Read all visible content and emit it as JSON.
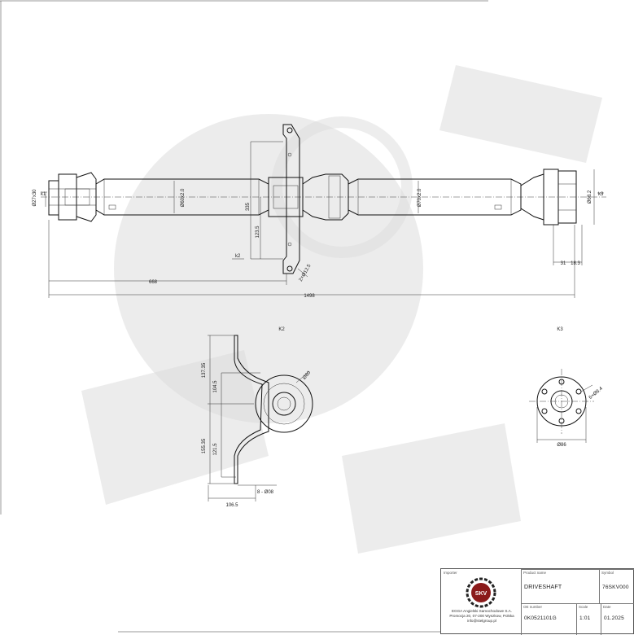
{
  "drawing": {
    "dimensions": {
      "left_diameter": "Ø27x30",
      "k1": "k1",
      "tube1_diameter": "Ø60x2.0",
      "tube2_diameter": "Ø70x2.0",
      "k2": "k2",
      "k3": "k3",
      "height_335": "335",
      "height_123": "123.5",
      "bracket_hole": "2×Ø12.5",
      "length_668": "668",
      "length_1498": "1498",
      "right_diameter": "Ø68.2",
      "right_31": "31",
      "right_18": "18.3"
    },
    "views": {
      "k2_label": "K2",
      "k3_label": "K3"
    },
    "bearing_view": {
      "dim_137": "137.35",
      "dim_104": "104.5",
      "dim_155": "155.35",
      "dim_121": "121.5",
      "dim_80": "Ø80",
      "dim_8x": "8 - Ø08",
      "dim_106": "106.5"
    },
    "flange_view": {
      "dim_hole": "6×Ø8.4",
      "dim_86": "Ø86"
    }
  },
  "title_block": {
    "importer_caption": "Importer",
    "importer_text": "EGGA Angielski Samochodowe S.A. Promocja 20, 07-200 Wyszkow, Polska info@stelgroup.pl",
    "logo_text": "SKV",
    "product_name_caption": "Product name",
    "product_name": "DRIVESHAFT",
    "symbol_caption": "Symbol",
    "symbol": "76SKV000",
    "oe_caption": "OE number",
    "oe_number": "0K0521101G",
    "scale_caption": "Scale",
    "scale": "1:01",
    "date_caption": "Date",
    "date": "01.2025"
  },
  "colors": {
    "ink": "#111111",
    "watermark": "#dcdcdc"
  }
}
